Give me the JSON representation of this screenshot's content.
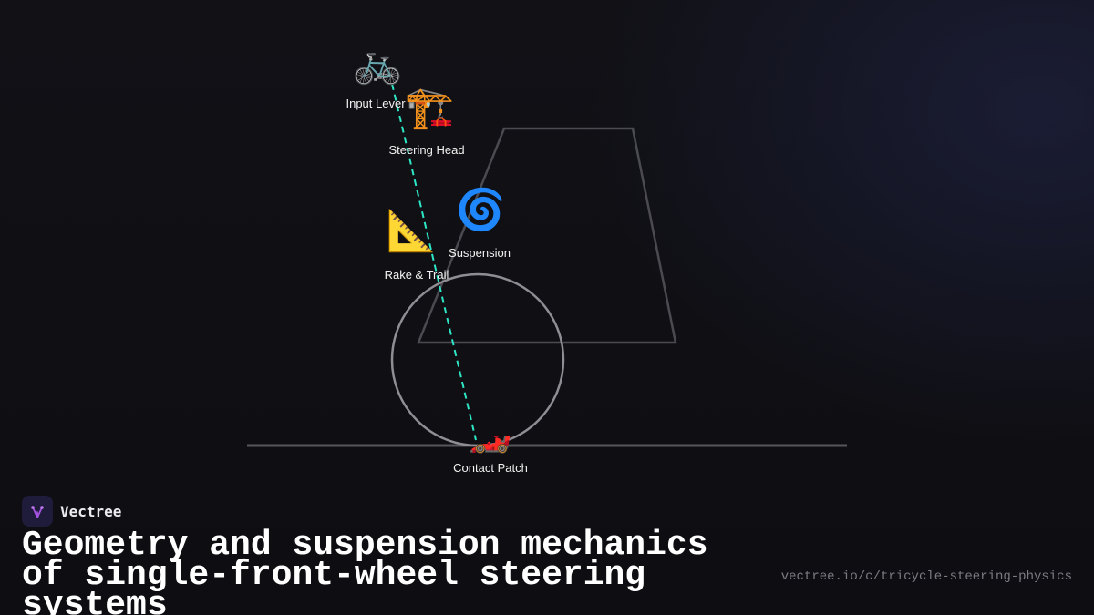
{
  "brand": {
    "name": "Vectree",
    "logo_icon": "branching-tree-icon",
    "accent": "#a452e0"
  },
  "headline": "Geometry and suspension mechanics of single-front-wheel steering systems",
  "url": "vectree.io/c/tricycle-steering-physics",
  "diagram": {
    "nodes": {
      "input_lever": {
        "label": "Input Lever",
        "icon": "🚲"
      },
      "steering_head": {
        "label": "Steering Head",
        "icon": "🏗️"
      },
      "rake_trail": {
        "label": "Rake & Trail",
        "icon": "📐"
      },
      "suspension": {
        "label": "Suspension",
        "icon": "🌀"
      },
      "contact_patch": {
        "label": "Contact Patch",
        "icon": "🏎️"
      }
    },
    "colors": {
      "steering_axis": "#2ee6c6",
      "frame": "#4a4a50",
      "wheel": "#8e8e94",
      "ground": "#55555b"
    }
  }
}
